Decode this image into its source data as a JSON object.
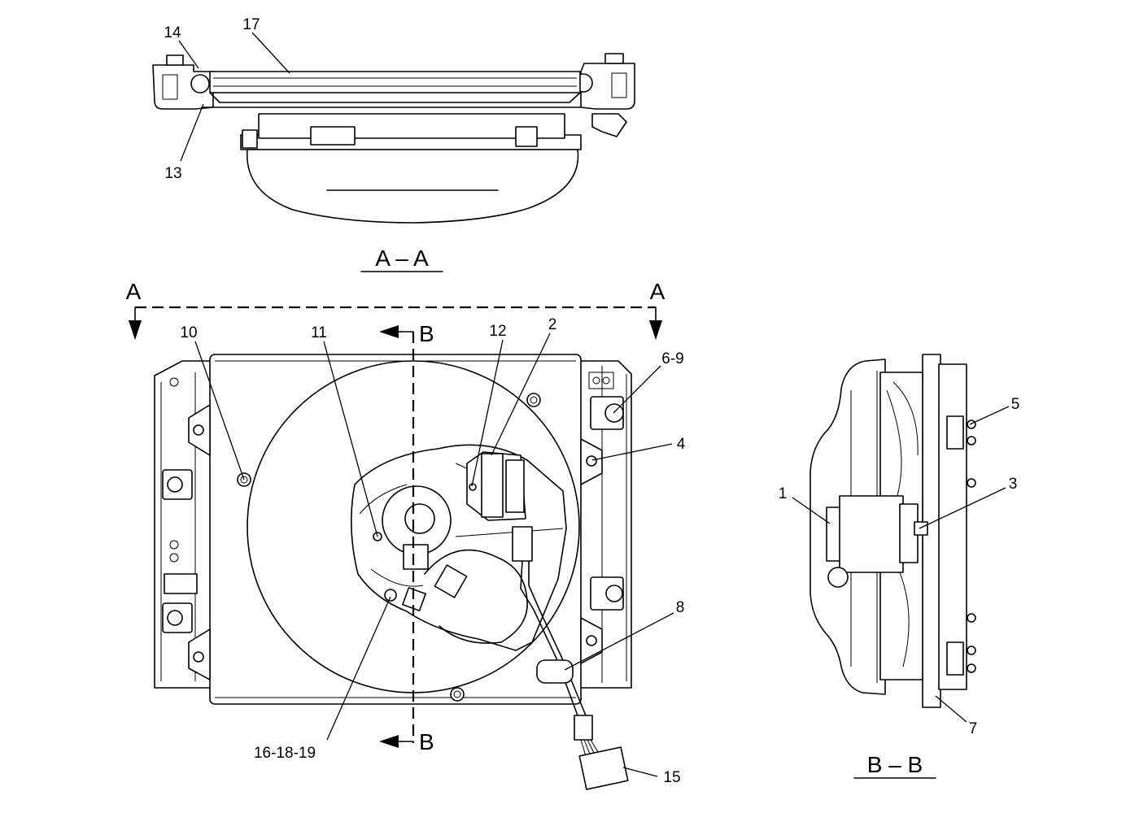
{
  "views": {
    "top": {
      "title": "A – A"
    },
    "side": {
      "title": "B – B"
    }
  },
  "cut_marks": {
    "a_left": "A",
    "a_right": "A",
    "b_top": "B",
    "b_bottom": "B"
  },
  "callouts": {
    "c1": "1",
    "c2": "2",
    "c3": "3",
    "c4": "4",
    "c5": "5",
    "c6_9": "6-9",
    "c7": "7",
    "c8": "8",
    "c10": "10",
    "c11": "11",
    "c12": "12",
    "c13": "13",
    "c14": "14",
    "c15": "15",
    "c16_18_19": "16-18-19",
    "c17": "17"
  }
}
